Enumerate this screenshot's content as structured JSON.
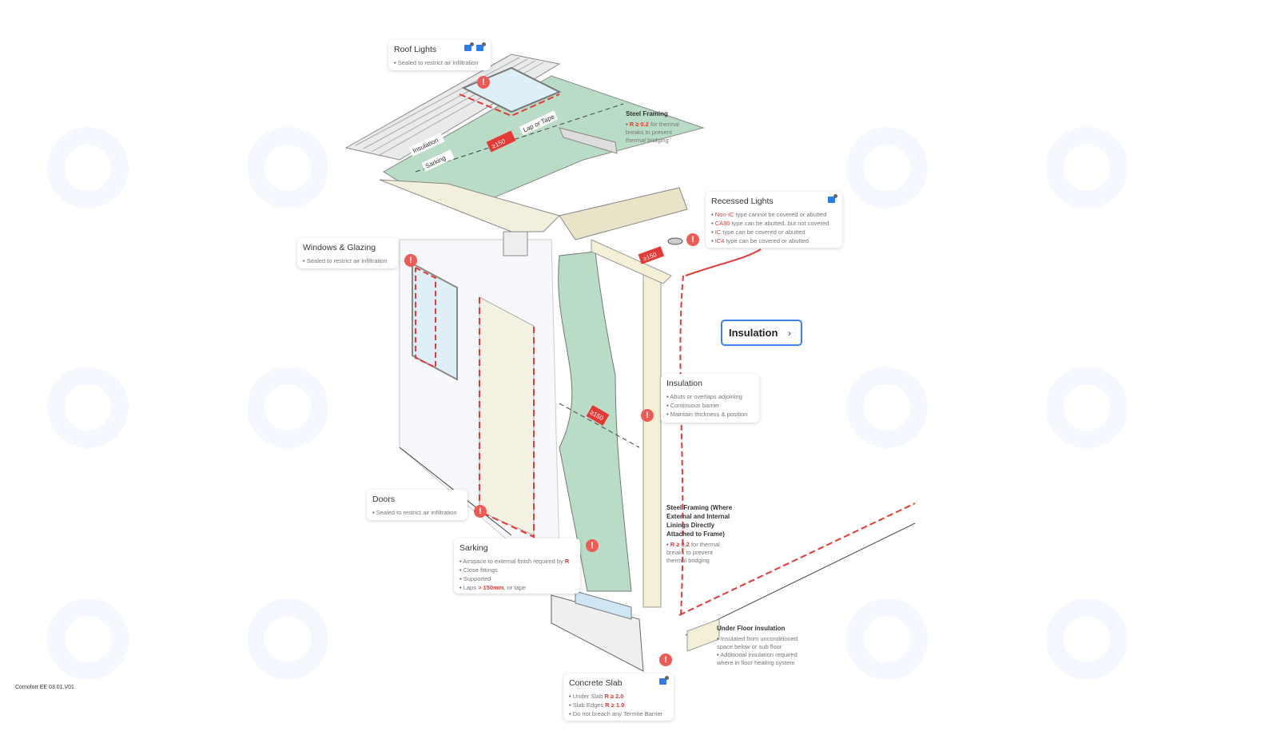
{
  "colors": {
    "accent": "#3b82f6",
    "alert": "#f05a55",
    "highlight_red": "#e53935",
    "membrane_green": "#b9dcc6",
    "icon_blue": "#2b7de9"
  },
  "diagram_labels": {
    "roof_insulation": "Insulation",
    "roof_sarking": "Sarking",
    "lap_or_tape": "Lap or Tape",
    "lap_roof": "≥150",
    "lap_ceiling": "≥150",
    "lap_wall": "≥150"
  },
  "callouts": {
    "roof_lights": {
      "title": "Roof Lights",
      "items": [
        "Sealed to restrict air infiltration"
      ],
      "icons": [
        "document-icon",
        "image-icon"
      ]
    },
    "recessed_lights": {
      "title": "Recessed Lights",
      "items": [
        {
          "hl": "Non-IC",
          "rest": " type cannot be covered or abutted"
        },
        {
          "hl": "CA90",
          "rest": " type can be abutted, but not covered"
        },
        {
          "hl": "IC",
          "rest": " type can be covered or abutted"
        },
        {
          "hl": "IC4",
          "rest": " type can be covered or abutted"
        }
      ],
      "icons": [
        "image-icon"
      ]
    },
    "windows": {
      "title": "Windows & Glazing",
      "items": [
        "Sealed to restrict air infiltration"
      ]
    },
    "insulation": {
      "title": "Insulation",
      "items": [
        "Abuts or overlaps adjoining",
        "Continuous barrier",
        "Maintain thickness & position"
      ]
    },
    "doors": {
      "title": "Doors",
      "items": [
        "Sealed to restrict air infiltration"
      ]
    },
    "sarking": {
      "title": "Sarking",
      "items": [
        {
          "pre": "Airspace to external finish required by ",
          "hl": "R",
          "post": ""
        },
        {
          "pre": "Close fittings",
          "hl": "",
          "post": ""
        },
        {
          "pre": "Supported",
          "hl": "",
          "post": ""
        },
        {
          "pre": "Laps ",
          "hl": "> 150mm",
          "post": ", or tape"
        }
      ]
    },
    "concrete_slab": {
      "title": "Concrete Slab",
      "items": [
        {
          "pre": "Under Slab ",
          "hl": "R ≥ 2.0"
        },
        {
          "pre": "Slab Edges ",
          "hl": "R ≥ 1.0"
        },
        {
          "pre": "Do not breach any Termite Barrier",
          "hl": ""
        }
      ],
      "icons": [
        "image-icon"
      ]
    }
  },
  "notes": {
    "steel_framing_roof": {
      "title": "Steel Framing",
      "hl": "R ≥ 0.2",
      "rest": " for thermal breaks to prevent thermal bridging"
    },
    "steel_framing_wall": {
      "title": "Steel Framing (Where External and Internal Linings Directly Attached to Frame)",
      "hl": "R ≥ 0.2",
      "rest": " for thermal breaks to prevent thermal bridging"
    },
    "under_floor": {
      "title": "Under Floor insulation",
      "items": [
        "Insulated from unconditioned space below or sub floor",
        "Additional insulation required where in floor heating system"
      ]
    }
  },
  "nav_button": {
    "label": "Insulation",
    "icon": "chevron-right-icon"
  },
  "footer": "Comofort EE 03.01.V01",
  "alert_glyph": "!"
}
